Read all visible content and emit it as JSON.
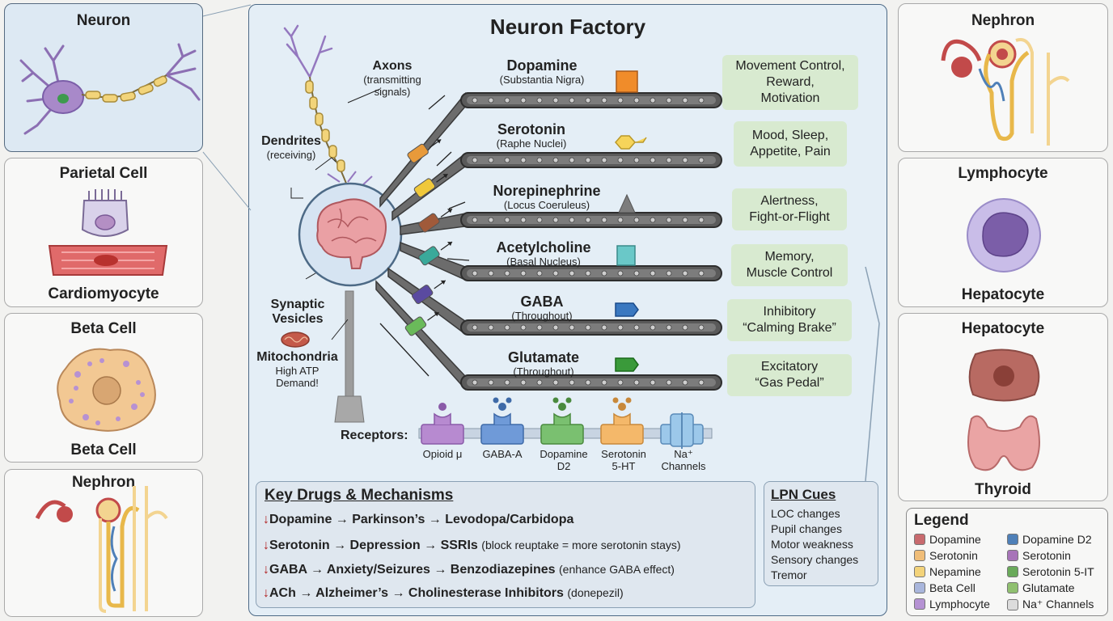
{
  "left_cards": {
    "neuron": "Neuron",
    "parietal": "Parietal Cell",
    "cardiomyocyte": "Cardiomyocyte",
    "beta_top": "Beta Cell",
    "beta_bottom": "Beta Cell",
    "nephron": "Nephron"
  },
  "right_cards": {
    "nephron": "Nephron",
    "lymphocyte": "Lymphocyte",
    "hepatocyte_a": "Hepatocyte",
    "hepatocyte_b": "Hepatocyte",
    "thyroid": "Thyroid"
  },
  "main": {
    "title": "Neuron Factory",
    "axons": {
      "title": "Axons",
      "sub1": "(transmitting",
      "sub2": "signals)"
    },
    "dendrites": {
      "title": "Dendrites",
      "sub": "(receiving)"
    },
    "synaptic": {
      "line1": "Synaptic",
      "line2": "Vesicles"
    },
    "mito": {
      "title": "Mitochondria",
      "sub1": "High ATP",
      "sub2": "Demand!"
    },
    "neurotransmitters": [
      {
        "name": "Dopamine",
        "region": "(Substantia Nigra)",
        "f1": "Movement Control,",
        "f2": "Reward,",
        "f3": "Motivation"
      },
      {
        "name": "Serotonin",
        "region": "(Raphe Nuclei)",
        "f1": "Mood, Sleep,",
        "f2": "Appetite, Pain"
      },
      {
        "name": "Norepinephrine",
        "region": "(Locus Coeruleus)",
        "f1": "Alertness,",
        "f2": "Fight-or-Flight"
      },
      {
        "name": "Acetylcholine",
        "region": "(Basal Nucleus)",
        "f1": "Memory,",
        "f2": "Muscle Control"
      },
      {
        "name": "GABA",
        "region": "(Throughout)",
        "f1": "Inhibitory",
        "f2": "“Calming Brake”"
      },
      {
        "name": "Glutamate",
        "region": "(Throughout)",
        "f1": "Excitatory",
        "f2": "“Gas Pedal”"
      }
    ],
    "receptors": {
      "label": "Receptors:",
      "items": [
        {
          "l1": "Opioid μ",
          "l2": ""
        },
        {
          "l1": "GABA-A",
          "l2": ""
        },
        {
          "l1": "Dopamine",
          "l2": "D2"
        },
        {
          "l1": "Serotonin",
          "l2": "5-HT"
        },
        {
          "l1": "Na⁺",
          "l2": "Channels"
        }
      ]
    }
  },
  "drugs": {
    "title": "Key Drugs & Mechanisms",
    "arrow": "↓",
    "lines": [
      {
        "bold": "Dopamine → Parkinson’s → Levodopa/Carbidopa",
        "note": ""
      },
      {
        "bold": "Serotonin → Depression → SSRIs",
        "note": "(block reuptake = more serotonin stays)"
      },
      {
        "bold": "GABA → Anxiety/Seizures → Benzodiazepines",
        "note": "(enhance GABA effect)"
      },
      {
        "bold": "ACh → Alzheimer’s → Cholinesterase Inhibitors",
        "note": "(donepezil)"
      }
    ]
  },
  "lpn": {
    "title": "LPN Cues",
    "items": [
      "LOC changes",
      "Pupil changes",
      "Motor weakness",
      "Sensory changes",
      "Tremor"
    ]
  },
  "legend": {
    "title": "Legend",
    "items": [
      {
        "label": "Dopamine",
        "color": "#c86a6e"
      },
      {
        "label": "Dopamine D2",
        "color": "#4f80b8"
      },
      {
        "label": "Serotonin",
        "color": "#f0bd78"
      },
      {
        "label": "Serotonin",
        "color": "#a774b8"
      },
      {
        "label": "Nepamine",
        "color": "#f3d37a"
      },
      {
        "label": "Serotonin 5-IT",
        "color": "#6aaa5a"
      },
      {
        "label": "Beta Cell",
        "color": "#a9b6dc"
      },
      {
        "label": "Glutamate",
        "color": "#90c070"
      },
      {
        "label": "Lymphocyte",
        "color": "#b592d3"
      },
      {
        "label": "Na⁺ Channels",
        "color": "#dcdcdc"
      }
    ]
  }
}
